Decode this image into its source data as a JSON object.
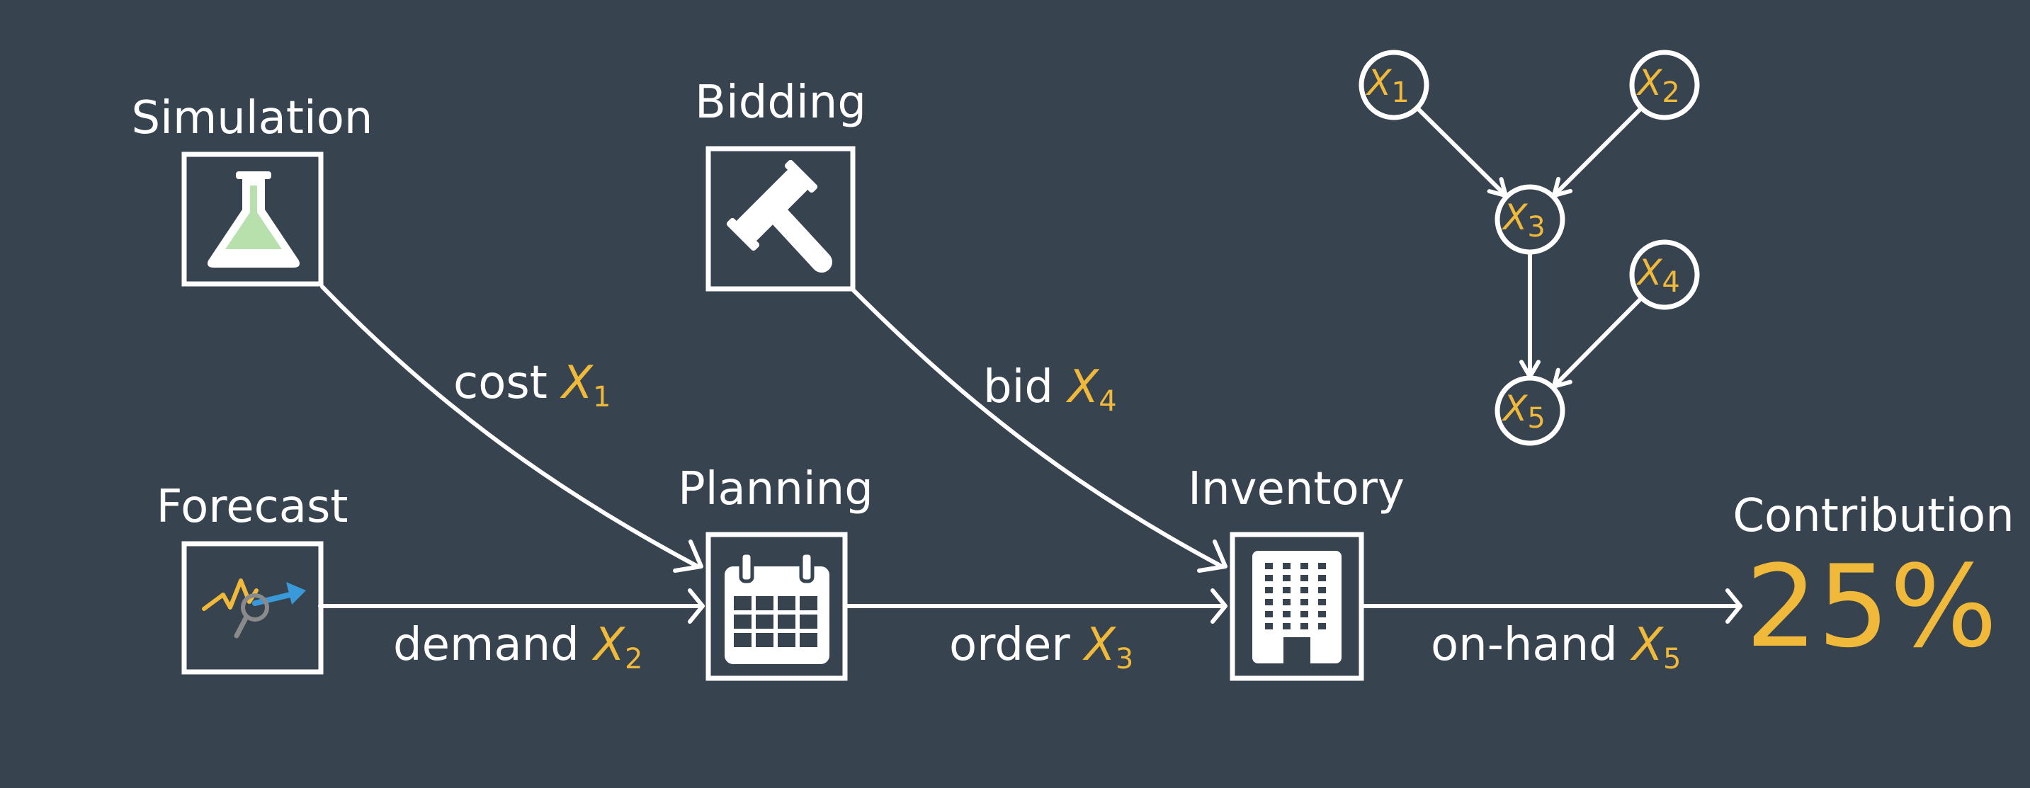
{
  "colors": {
    "background": "#37434e",
    "accent": "#f0b93a",
    "line": "#ffffff",
    "module_fill": "#b8e0ac"
  },
  "modules": {
    "simulation": {
      "title": "Simulation",
      "icon": "flask-icon"
    },
    "bidding": {
      "title": "Bidding",
      "icon": "gavel-icon"
    },
    "forecast": {
      "title": "Forecast",
      "icon": "chart-magnifier-icon"
    },
    "planning": {
      "title": "Planning",
      "icon": "calendar-icon"
    },
    "inventory": {
      "title": "Inventory",
      "icon": "building-icon"
    }
  },
  "flows": {
    "cost": {
      "word": "cost",
      "var": "X",
      "sub": "1"
    },
    "bid": {
      "word": "bid",
      "var": "X",
      "sub": "4"
    },
    "demand": {
      "word": "demand",
      "var": "X",
      "sub": "2"
    },
    "order": {
      "word": "order",
      "var": "X",
      "sub": "3"
    },
    "onhand": {
      "word": "on-hand",
      "var": "X",
      "sub": "5"
    }
  },
  "contribution": {
    "title": "Contribution",
    "value": "25%"
  },
  "graph": {
    "nodes": [
      {
        "id": "x1",
        "var": "X",
        "sub": "1"
      },
      {
        "id": "x2",
        "var": "X",
        "sub": "2"
      },
      {
        "id": "x3",
        "var": "X",
        "sub": "3"
      },
      {
        "id": "x4",
        "var": "X",
        "sub": "4"
      },
      {
        "id": "x5",
        "var": "X",
        "sub": "5"
      }
    ],
    "edges": [
      {
        "from": "x1",
        "to": "x3"
      },
      {
        "from": "x2",
        "to": "x3"
      },
      {
        "from": "x3",
        "to": "x5"
      },
      {
        "from": "x4",
        "to": "x5"
      }
    ]
  }
}
